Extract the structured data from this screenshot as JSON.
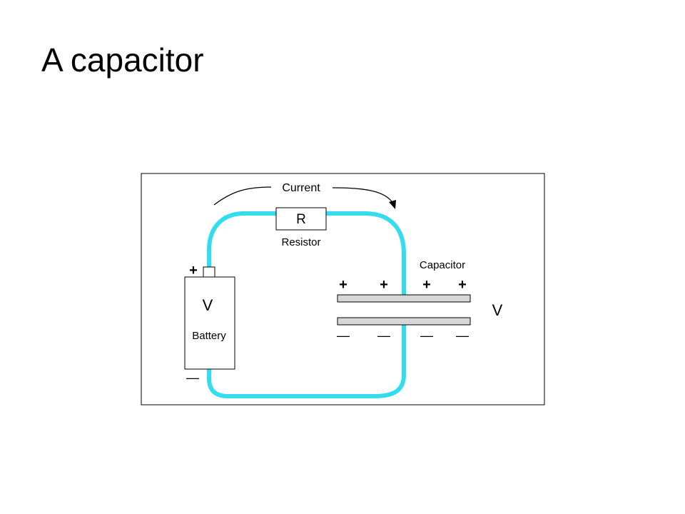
{
  "slide": {
    "title": "A capacitor"
  },
  "diagram": {
    "current_label": "Current",
    "resistor_symbol": "R",
    "resistor_label": "Resistor",
    "capacitor_label": "Capacitor",
    "battery_symbol": "V",
    "battery_label": "Battery",
    "capacitor_voltage": "V",
    "plus_sign": "+",
    "minus_sign": "—",
    "wire_color": "#33ddee",
    "plate_color": "#d6d6d6"
  }
}
